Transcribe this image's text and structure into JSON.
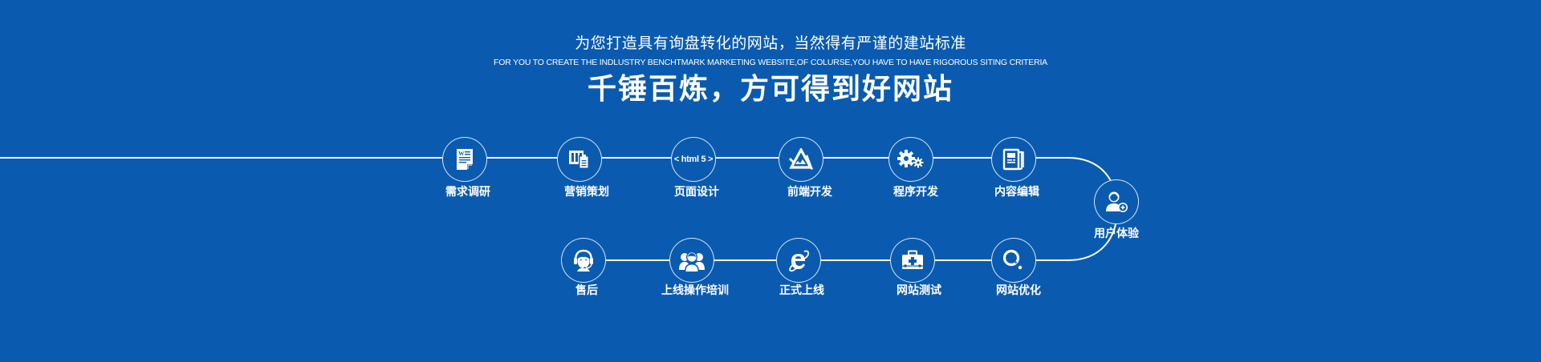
{
  "header": {
    "subtitle_cn": "为您打造具有询盘转化的网站，当然得有严谨的建站标准",
    "subtitle_en": "FOR YOU TO CREATE THE INDLUSTRY BENCHTMARK MARKETING WEBSITE,OF COLURSE,YOU HAVE TO HAVE RIGOROUS SITING CRITERIA",
    "title": "千锤百炼，方可得到好网站"
  },
  "colors": {
    "background": "#0a5bb0",
    "line": "#ffffff",
    "text": "#ffffff"
  },
  "process": {
    "top_row": [
      {
        "label": "需求调研",
        "icon": "word-document-icon"
      },
      {
        "label": "营销策划",
        "icon": "planning-board-icon"
      },
      {
        "label": "页面设计",
        "icon": "html5-icon",
        "icon_text": "< html 5 >"
      },
      {
        "label": "前端开发",
        "icon": "design-tools-icon"
      },
      {
        "label": "程序开发",
        "icon": "gears-icon"
      },
      {
        "label": "内容编辑",
        "icon": "newspaper-icon"
      }
    ],
    "turn": {
      "label": "用户体验",
      "icon": "user-add-icon"
    },
    "bottom_row": [
      {
        "label": "售后",
        "icon": "headset-support-icon"
      },
      {
        "label": "上线操作培训",
        "icon": "group-training-icon"
      },
      {
        "label": "正式上线",
        "icon": "internet-explorer-icon"
      },
      {
        "label": "网站测试",
        "icon": "medical-kit-icon"
      },
      {
        "label": "网站优化",
        "icon": "search-magnifier-icon"
      }
    ]
  }
}
